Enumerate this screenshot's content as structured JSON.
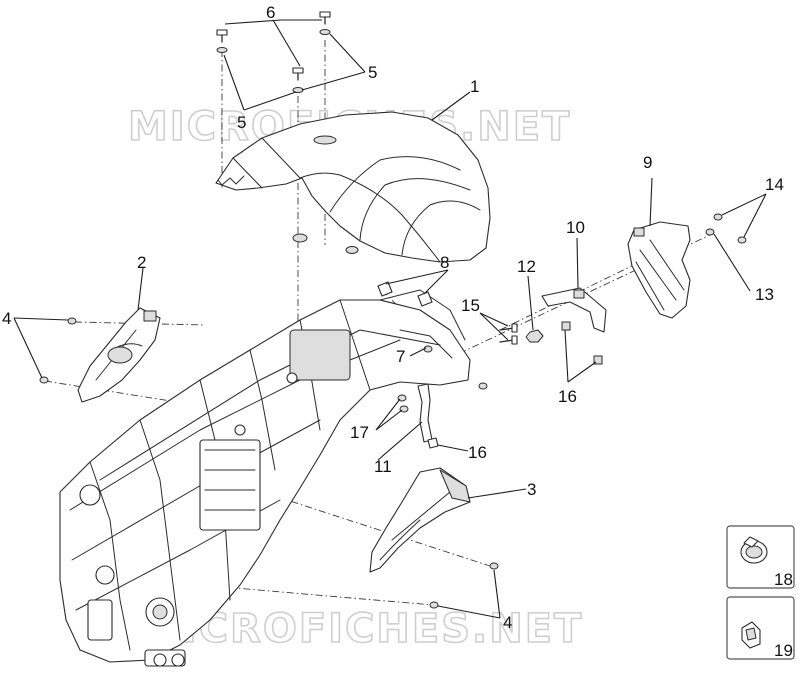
{
  "watermark_text": "MICROFICHES.NET",
  "callouts": [
    {
      "id": "c1",
      "text": "1"
    },
    {
      "id": "c2",
      "text": "2"
    },
    {
      "id": "c3",
      "text": "3"
    },
    {
      "id": "c4a",
      "text": "4"
    },
    {
      "id": "c4b",
      "text": "4"
    },
    {
      "id": "c5a",
      "text": "5"
    },
    {
      "id": "c5b",
      "text": "5"
    },
    {
      "id": "c6",
      "text": "6"
    },
    {
      "id": "c7",
      "text": "7"
    },
    {
      "id": "c8",
      "text": "8"
    },
    {
      "id": "c9",
      "text": "9"
    },
    {
      "id": "c10",
      "text": "10"
    },
    {
      "id": "c11",
      "text": "11"
    },
    {
      "id": "c12",
      "text": "12"
    },
    {
      "id": "c13",
      "text": "13"
    },
    {
      "id": "c14",
      "text": "14"
    },
    {
      "id": "c15",
      "text": "15"
    },
    {
      "id": "c16a",
      "text": "16"
    },
    {
      "id": "c16b",
      "text": "16"
    },
    {
      "id": "c17",
      "text": "17"
    },
    {
      "id": "c18",
      "text": "18"
    },
    {
      "id": "c19",
      "text": "19"
    }
  ]
}
